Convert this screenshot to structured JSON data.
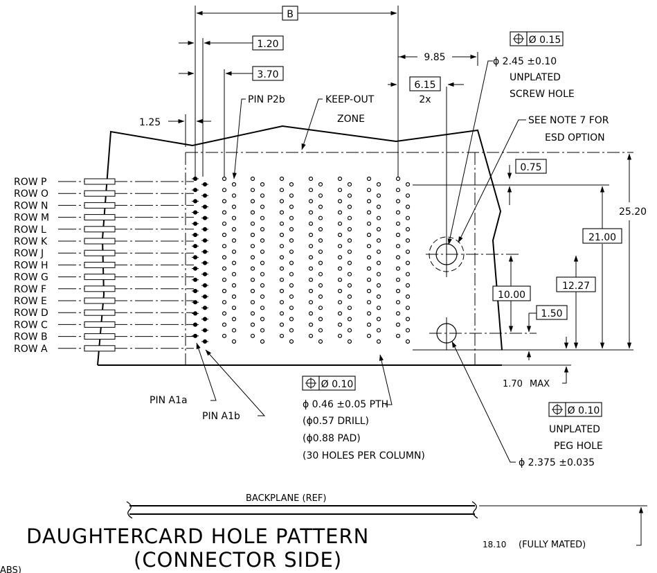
{
  "dimensions": {
    "B": "B",
    "d120": "1.20",
    "d370": "3.70",
    "d125": "1.25",
    "d985": "9.85",
    "d615": "6.15",
    "x2": "2x",
    "d075": "0.75",
    "d2520": "25.20",
    "d2100": "21.00",
    "d1227": "12.27",
    "d1000": "10.00",
    "d150": "1.50",
    "d170": "1.70",
    "max": "MAX",
    "d1810": "18.10",
    "fully_mated": "(FULLY MATED)"
  },
  "tolerances": {
    "screw": "Ø 0.15",
    "pth": "Ø 0.10",
    "peg": "Ø 0.10"
  },
  "labels": {
    "pin_p2b": "PIN P2b",
    "keepout1": "KEEP-OUT",
    "keepout2": "ZONE",
    "screw1": "ϕ 2.45 ±0.10",
    "screw2": "UNPLATED",
    "screw3": "SCREW HOLE",
    "note1": "SEE NOTE 7 FOR",
    "note2": "ESD OPTION",
    "pin_a1a": "PIN A1a",
    "pin_a1b": "PIN A1b",
    "pth1": "ϕ 0.46 ±0.05 PTH",
    "pth2": "(ϕ0.57 DRILL)",
    "pth3": "(ϕ0.88 PAD)",
    "pth4": "(30 HOLES PER COLUMN)",
    "peg1": "UNPLATED",
    "peg2": "PEG HOLE",
    "peg3": "ϕ 2.375 ±0.035",
    "backplane": "BACKPLANE (REF)"
  },
  "title": {
    "line1": "DAUGHTERCARD HOLE PATTERN",
    "line2": "(CONNECTOR SIDE)",
    "cut_text": "ABS)"
  },
  "rows": [
    "ROW P",
    "ROW O",
    "ROW N",
    "ROW M",
    "ROW L",
    "ROW K",
    "ROW J",
    "ROW H",
    "ROW G",
    "ROW F",
    "ROW E",
    "ROW D",
    "ROW C",
    "ROW B",
    "ROW A"
  ]
}
